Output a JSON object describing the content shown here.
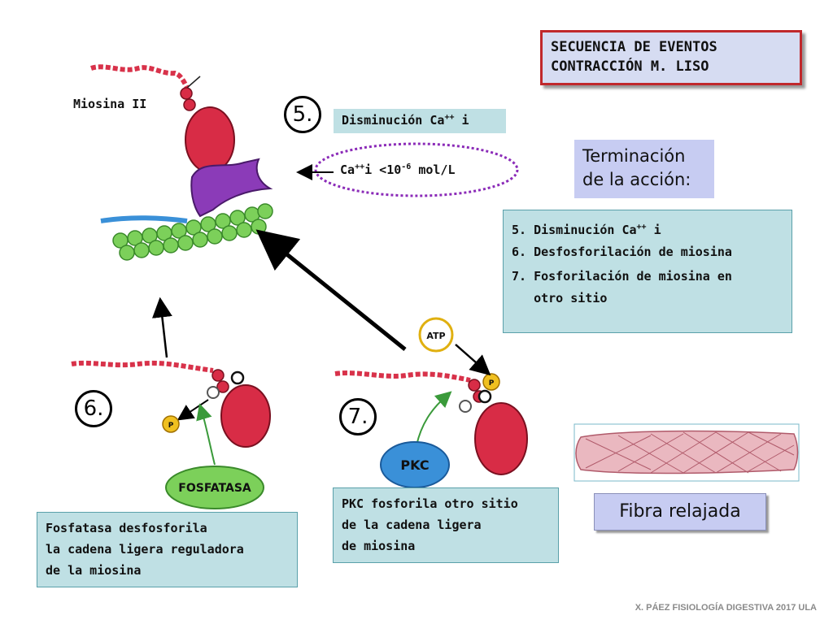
{
  "title": {
    "line1": "SECUENCIA DE EVENTOS",
    "line2": "CONTRACCIÓN M. LISO"
  },
  "labels": {
    "miosina": "Miosina II",
    "disminucion_main": "Disminución Ca",
    "disminucion_sup": "++",
    "disminucion_suffix": " i",
    "ca_main": "Ca",
    "ca_sup1": "++",
    "ca_mid": "i <10",
    "ca_sup2": "-6",
    "ca_suffix": " mol/L",
    "atp": "ATP",
    "p": "P",
    "pkc": "PKC",
    "fosfatasa": "FOSFATASA"
  },
  "steps": {
    "five": "5.",
    "six": "6.",
    "seven": "7."
  },
  "terminacion": {
    "line1": "Terminación",
    "line2": "de la acción:"
  },
  "list": {
    "item5_main": "5. Disminución Ca",
    "item5_sup": "++",
    "item5_suffix": " i",
    "item6": "6. Desfosforilación de miosina",
    "item7_line1": "7. Fosforilación de miosina en",
    "item7_line2": "   otro sitio"
  },
  "box6": {
    "line1": "Fosfatasa desfosforila",
    "line2": "la cadena ligera reguladora",
    "line3": "de la miosina"
  },
  "box7": {
    "line1": "PKC fosforila otro sitio",
    "line2": "de la cadena ligera",
    "line3": "de miosina"
  },
  "fibra": "Fibra relajada",
  "footer": "X. PÁEZ  FISIOLOGÍA DIGESTIVA 2017  ULA",
  "colors": {
    "red_chain": "#d8324a",
    "myosin_head": "#d82c46",
    "purple": "#8b3bb8",
    "actin_green": "#7cd05a",
    "blue": "#3a90d8",
    "phosphate": "#f0c020",
    "title_border": "#c0282c",
    "teal_box": "#bfe0e4",
    "lavender_box": "#c7ccf2"
  }
}
